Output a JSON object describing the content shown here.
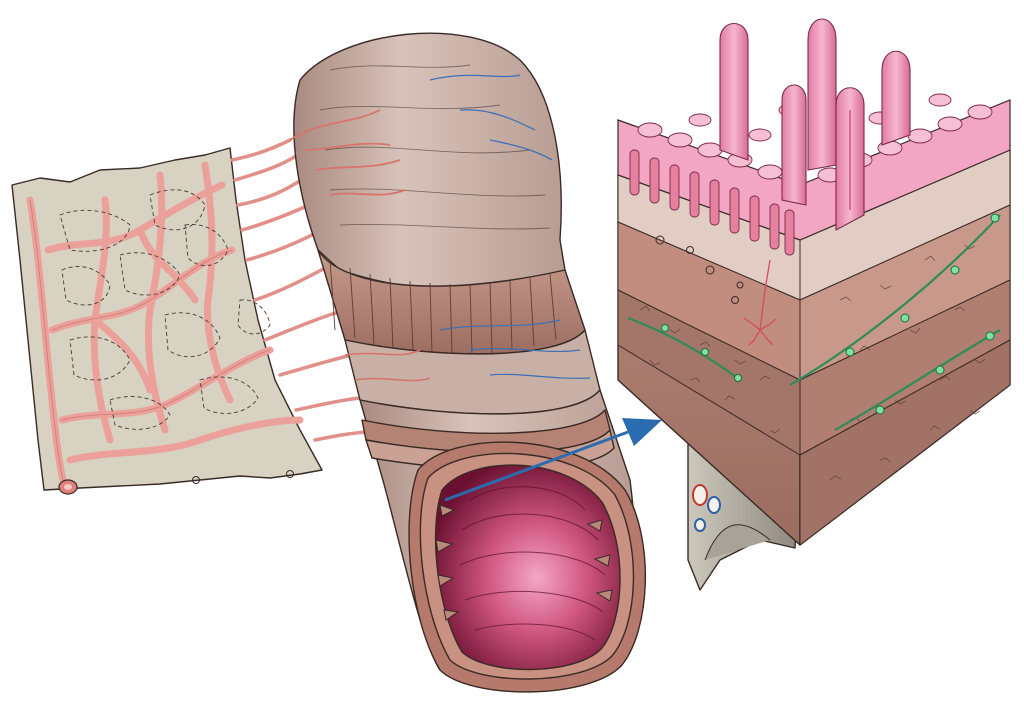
{
  "figure": {
    "title": "",
    "labels": [],
    "structures": [
      {
        "id": "mesentery-sheet",
        "kind": "vascular-network"
      },
      {
        "id": "intestine-tube",
        "kind": "cylinder-with-layers"
      },
      {
        "id": "wall-section-block",
        "kind": "histology-block"
      }
    ]
  },
  "colors": {
    "serosa": "#c9b4ab",
    "muscle": "#b98a7c",
    "lumen_dark": "#7a1636",
    "lumen_light": "#e98ab0",
    "mucosa": "#f1a3c2",
    "submucosa": "#c99a8c",
    "vessel": "#e88a86",
    "vein": "#3b6fb6",
    "nerve": "#2e8b57",
    "mesentery": "#d9d3c5",
    "arrow": "#2b6cb0"
  }
}
